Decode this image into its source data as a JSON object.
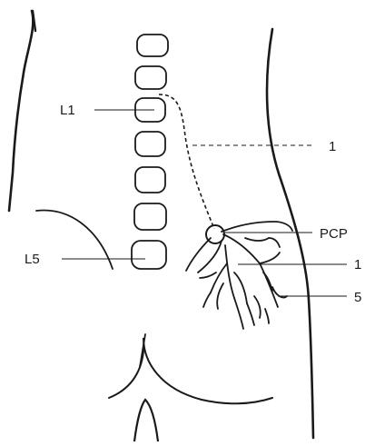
{
  "labels": {
    "l1": "L1",
    "l5": "L5",
    "catheter_marker": "1",
    "pcp": "PCP",
    "marker_1": "1",
    "marker_5": "5"
  },
  "colors": {
    "ink": "#1a1a1a",
    "background": "#ffffff"
  }
}
